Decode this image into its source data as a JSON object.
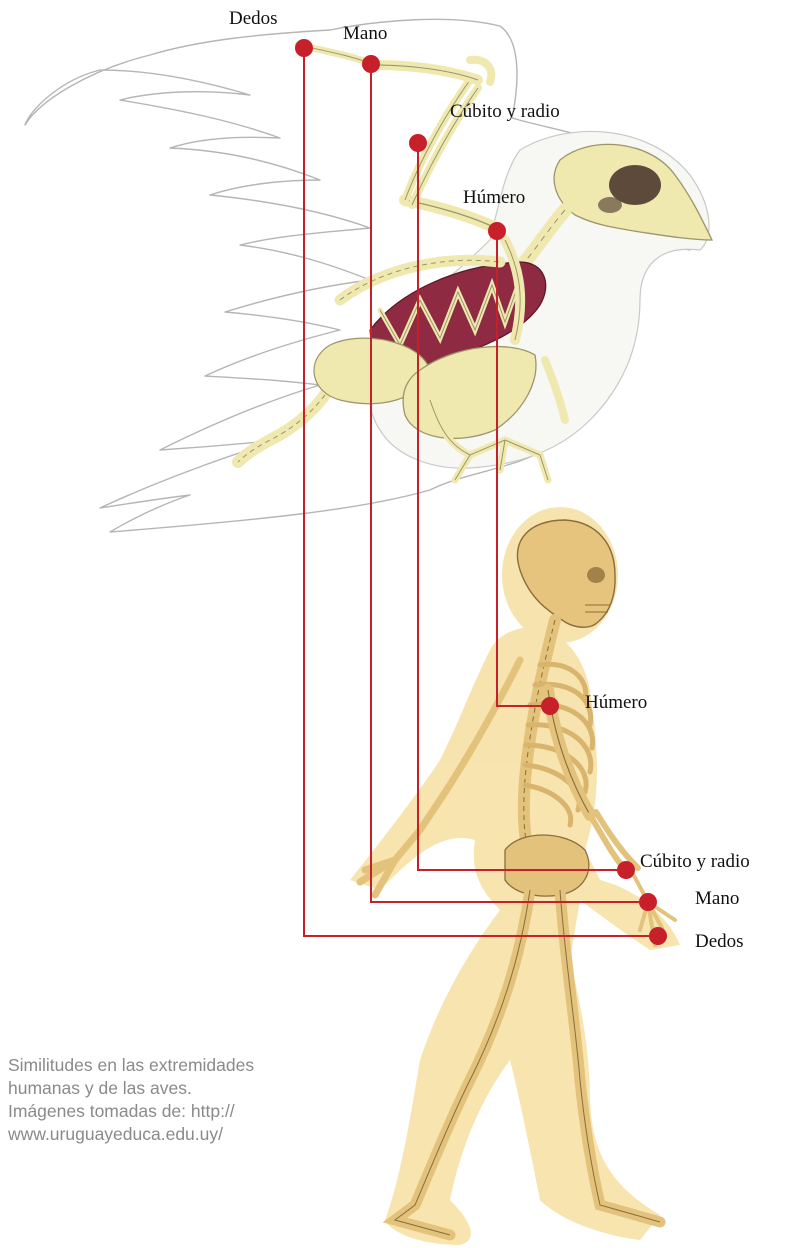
{
  "bird_labels": {
    "dedos": "Dedos",
    "mano": "Mano",
    "cubito_radio": "Cúbito y radio",
    "humero": "Húmero"
  },
  "human_labels": {
    "humero": "Húmero",
    "cubito_radio": "Cúbito y radio",
    "mano": "Mano",
    "dedos": "Dedos"
  },
  "caption": {
    "line1": "Similitudes en las extremidades",
    "line2": "humanas y de las aves.",
    "line3": "Imágenes tomadas de: http://",
    "line4": "www.uruguayeduca.edu.uy/"
  },
  "colors": {
    "connector": "#c8202b",
    "bone": "#efe9b0",
    "lungs": "#8e2a42",
    "human_bone": "#e3c27c",
    "human_aura": "#f6dfa0"
  }
}
